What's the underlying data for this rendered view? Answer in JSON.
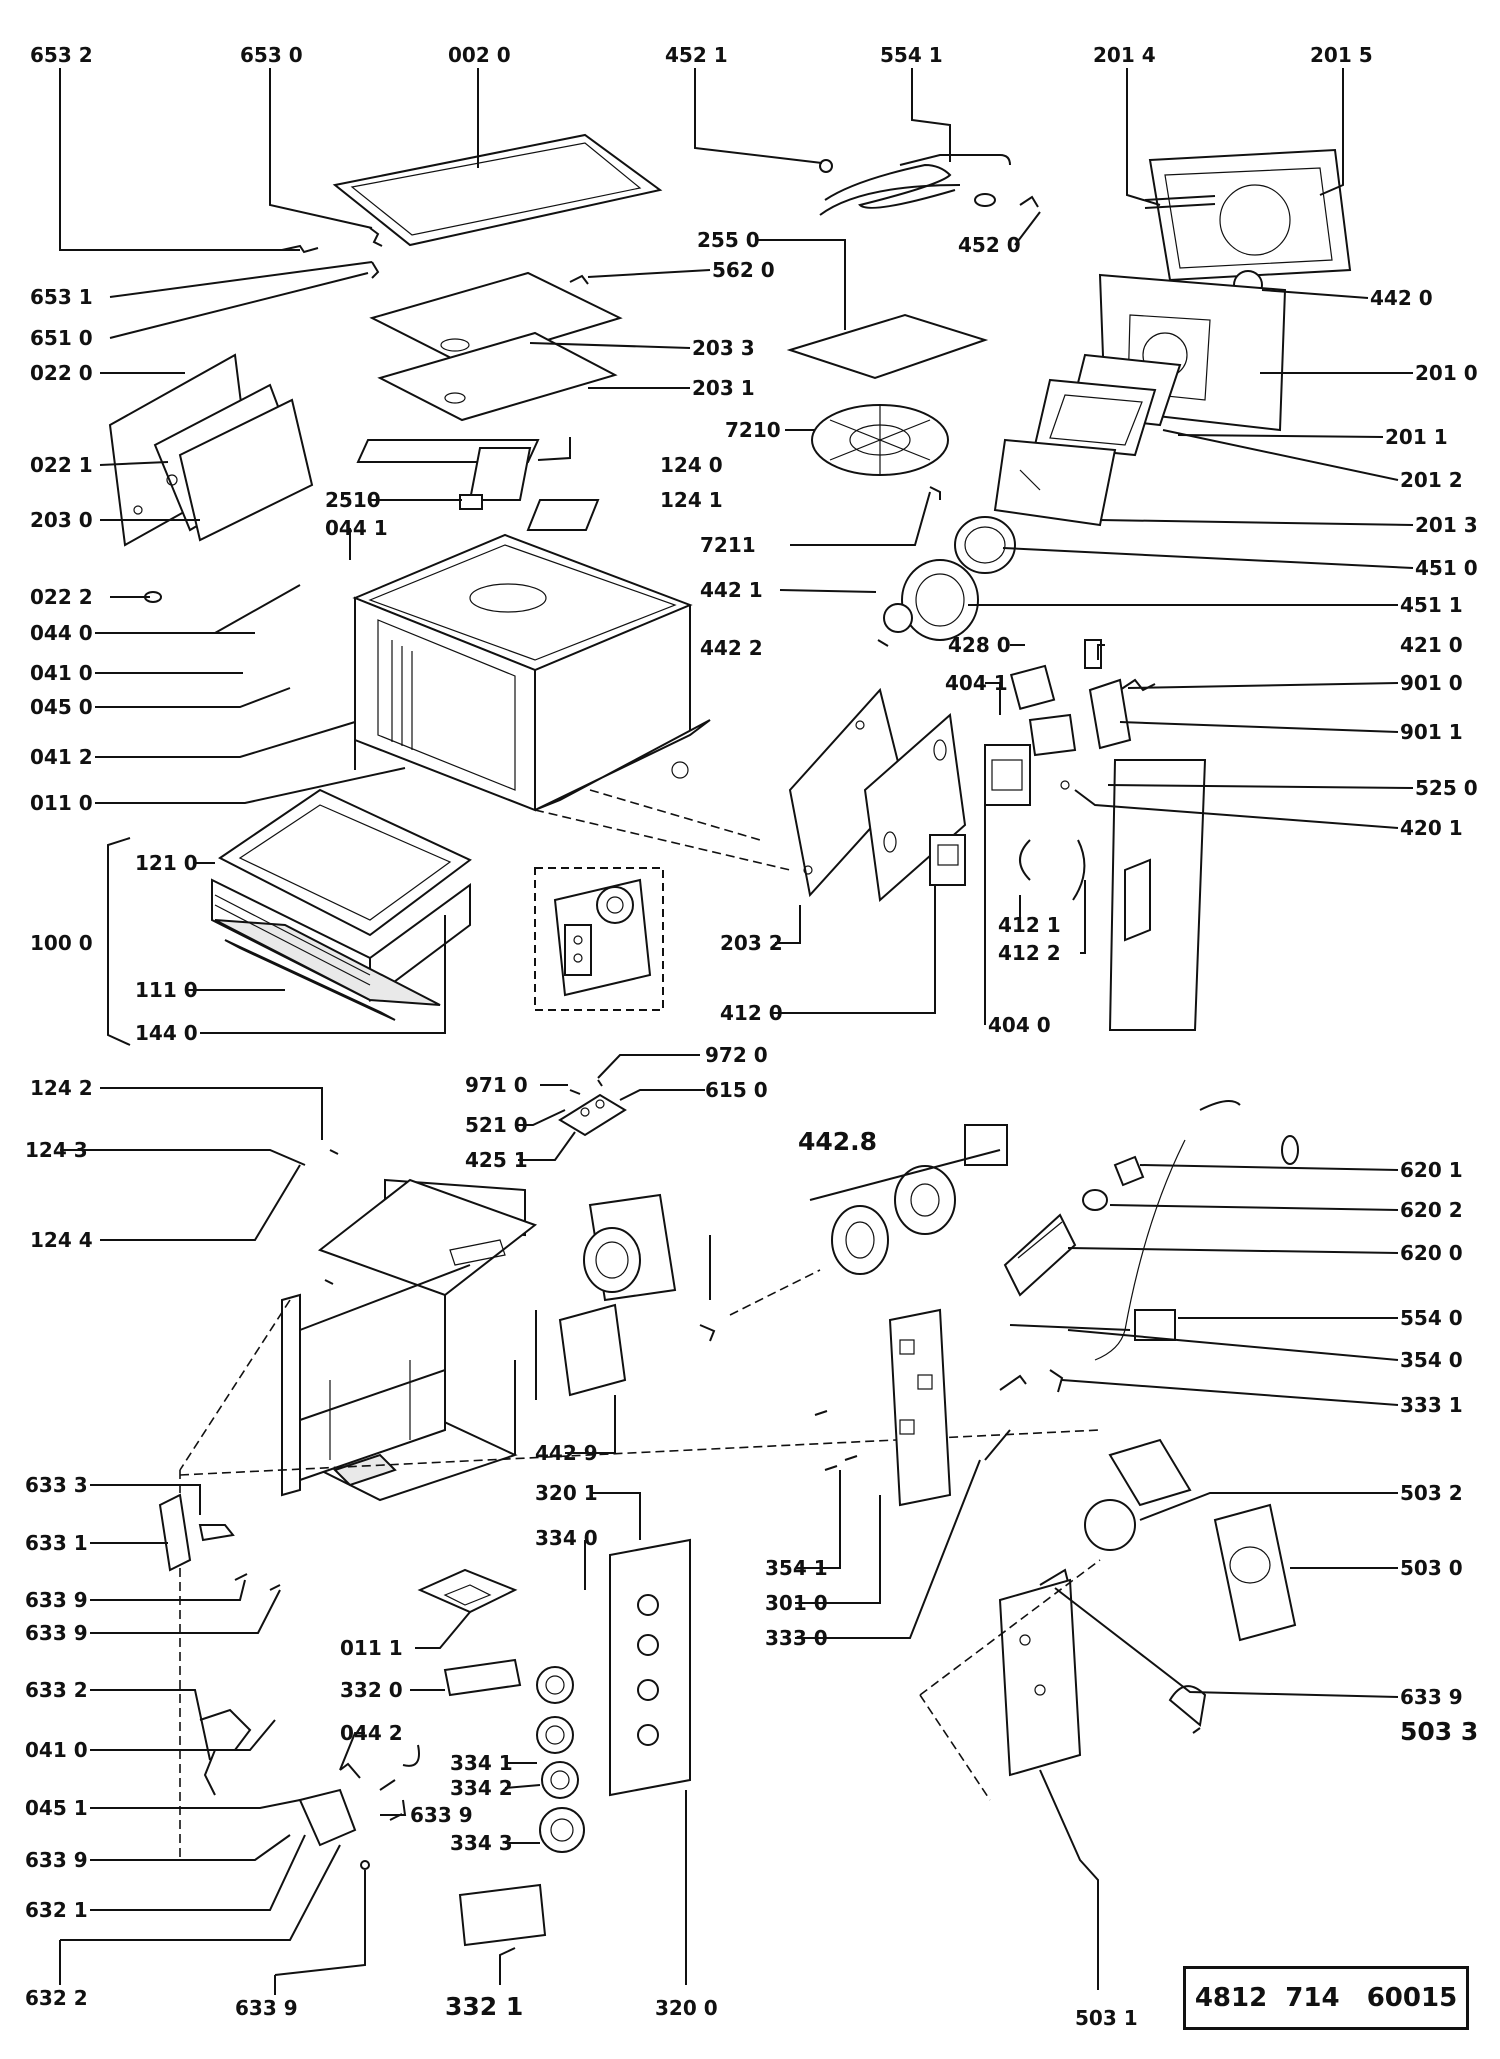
{
  "drawing_number": "4812  714   60015",
  "callouts": {
    "c6532": "653 2",
    "c6530": "653 0",
    "c0020": "002 0",
    "c4521": "452 1",
    "c5541": "554 1",
    "c2014": "201 4",
    "c2015": "201 5",
    "c6531": "653 1",
    "c5620": "562 0",
    "c2550": "255 0",
    "c4520": "452 0",
    "c4420": "442 0",
    "c6510": "651 0",
    "c0220": "022 0",
    "c2033": "203 3",
    "c2010": "201 0",
    "c2031": "203 1",
    "c7210": "7210",
    "c2011": "201 1",
    "c0221": "022 1",
    "c1240": "124 0",
    "c2012": "201 2",
    "c2510": "2510",
    "c1241": "124 1",
    "c2030": "203 0",
    "c0441": "044 1",
    "c7211": "7211",
    "c2013": "201 3",
    "c4510": "451 0",
    "c0222": "022 2",
    "c4421": "442 1",
    "c4511": "451 1",
    "c0440": "044 0",
    "c4422": "442 2",
    "c4280": "428 0",
    "c4210": "421 0",
    "c0410": "041 0",
    "c4041": "404 1",
    "c9010": "901 0",
    "c0450": "045 0",
    "c9011": "901 1",
    "c0412": "041 2",
    "c5250": "525 0",
    "c0110": "011 0",
    "c4201": "420 1",
    "c1210": "121 0",
    "c1000": "100 0",
    "c4121": "412 1",
    "c2032": "203 2",
    "c4122": "412 2",
    "c1110": "111 0",
    "c1440": "144 0",
    "c4120": "412 0",
    "c4040": "404 0",
    "c1242": "124 2",
    "c9720": "972 0",
    "c9710": "971 0",
    "c6150": "615 0",
    "c5210": "521 0",
    "c4251": "425 1",
    "c1243": "124 3",
    "c4428": "442.8",
    "c6201": "620 1",
    "c6202": "620 2",
    "c1244": "124 4",
    "c6200": "620 0",
    "c5540": "554 0",
    "c3540": "354 0",
    "c3331": "333 1",
    "c4429": "442 9",
    "c6333": "633 3",
    "c3201": "320 1",
    "c5032": "503 2",
    "c3340": "334 0",
    "c6331": "633 1",
    "c5030": "503 0",
    "c3541": "354 1",
    "c6339a": "633 9",
    "c3010": "301 0",
    "c6339b": "633 9",
    "c0111": "011 1",
    "c3330": "333 0",
    "c6339c": "633 9",
    "c3320": "332 0",
    "c6332": "633 2",
    "c5033": "503 3",
    "c0442": "044 2",
    "c0411": "041 0",
    "c3341": "334 1",
    "c3342": "334 2",
    "c0451": "045 1",
    "c6339d": "633 9",
    "c3343": "334 3",
    "c6339e": "633 9",
    "c6321": "632 1",
    "c6322": "632 2",
    "c6339f": "633 9",
    "c3321": "332 1",
    "c3200": "320 0",
    "c5031": "503 1"
  }
}
